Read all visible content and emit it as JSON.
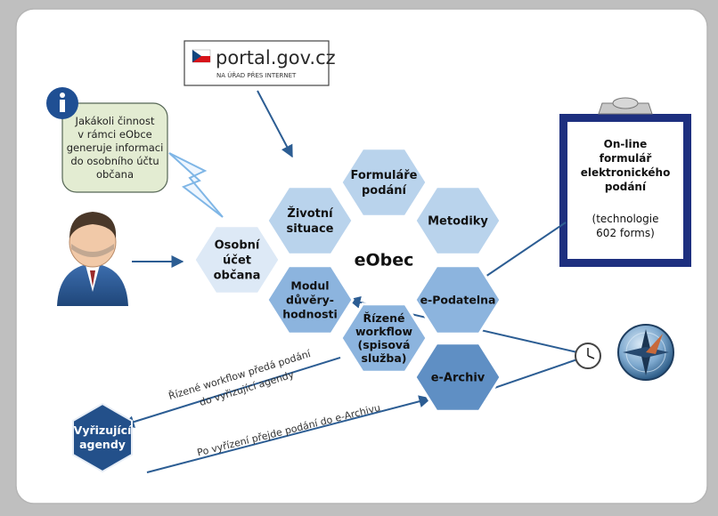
{
  "portal": {
    "domain": "portal.gov.cz",
    "tagline": "NA ÚŘAD PŘES INTERNET"
  },
  "info_note": {
    "lines": [
      "Jakákoli činnost",
      "v rámci eObce",
      "generuje informaci",
      "do osobního účtu",
      "občana"
    ]
  },
  "clipboard": {
    "title_lines": [
      "On-line",
      "formulář",
      "elektronického",
      "podání"
    ],
    "tech_lines": [
      "(technologie",
      "602 forms)"
    ]
  },
  "hexes": {
    "center": {
      "lines": [
        "eObec"
      ]
    },
    "formulare": {
      "lines": [
        "Formuláře",
        "podání"
      ]
    },
    "zivotni": {
      "lines": [
        "Životní",
        "situace"
      ]
    },
    "metodiky": {
      "lines": [
        "Metodiky"
      ]
    },
    "osobni": {
      "lines": [
        "Osobní",
        "účet",
        "občana"
      ]
    },
    "podatelna": {
      "lines": [
        "e-Podatelna"
      ]
    },
    "modul": {
      "lines": [
        "Modul",
        "důvěry-",
        "hodnosti"
      ]
    },
    "rizene": {
      "lines": [
        "Řízené",
        "workflow",
        "(spisová",
        "služba)"
      ]
    },
    "archiv": {
      "lines": [
        "e-Archiv"
      ]
    }
  },
  "agenda": {
    "lines": [
      "Vyřizující",
      "agendy"
    ]
  },
  "flow_labels": {
    "workflow_line1": "Řízené workflow předá podání",
    "workflow_line2": "do vyřizující agendy",
    "archive": "Po vyřízení přejde podání do e-Archivu"
  },
  "colors": {
    "hex_light": "#b9d3ec",
    "hex_mid": "#8cb4de",
    "hex_dark": "#5f8fc4",
    "hex_white": "#ffffff",
    "agenda": "#23508a",
    "arrow": "#2c5d93",
    "clipboard_frame": "#1d2f7f",
    "note_fill": "#e3ecd2"
  },
  "icons": [
    "info-icon",
    "user-avatar-icon",
    "clock-icon",
    "compass-icon",
    "lightning-bolt-icon",
    "czech-flag-icon"
  ]
}
